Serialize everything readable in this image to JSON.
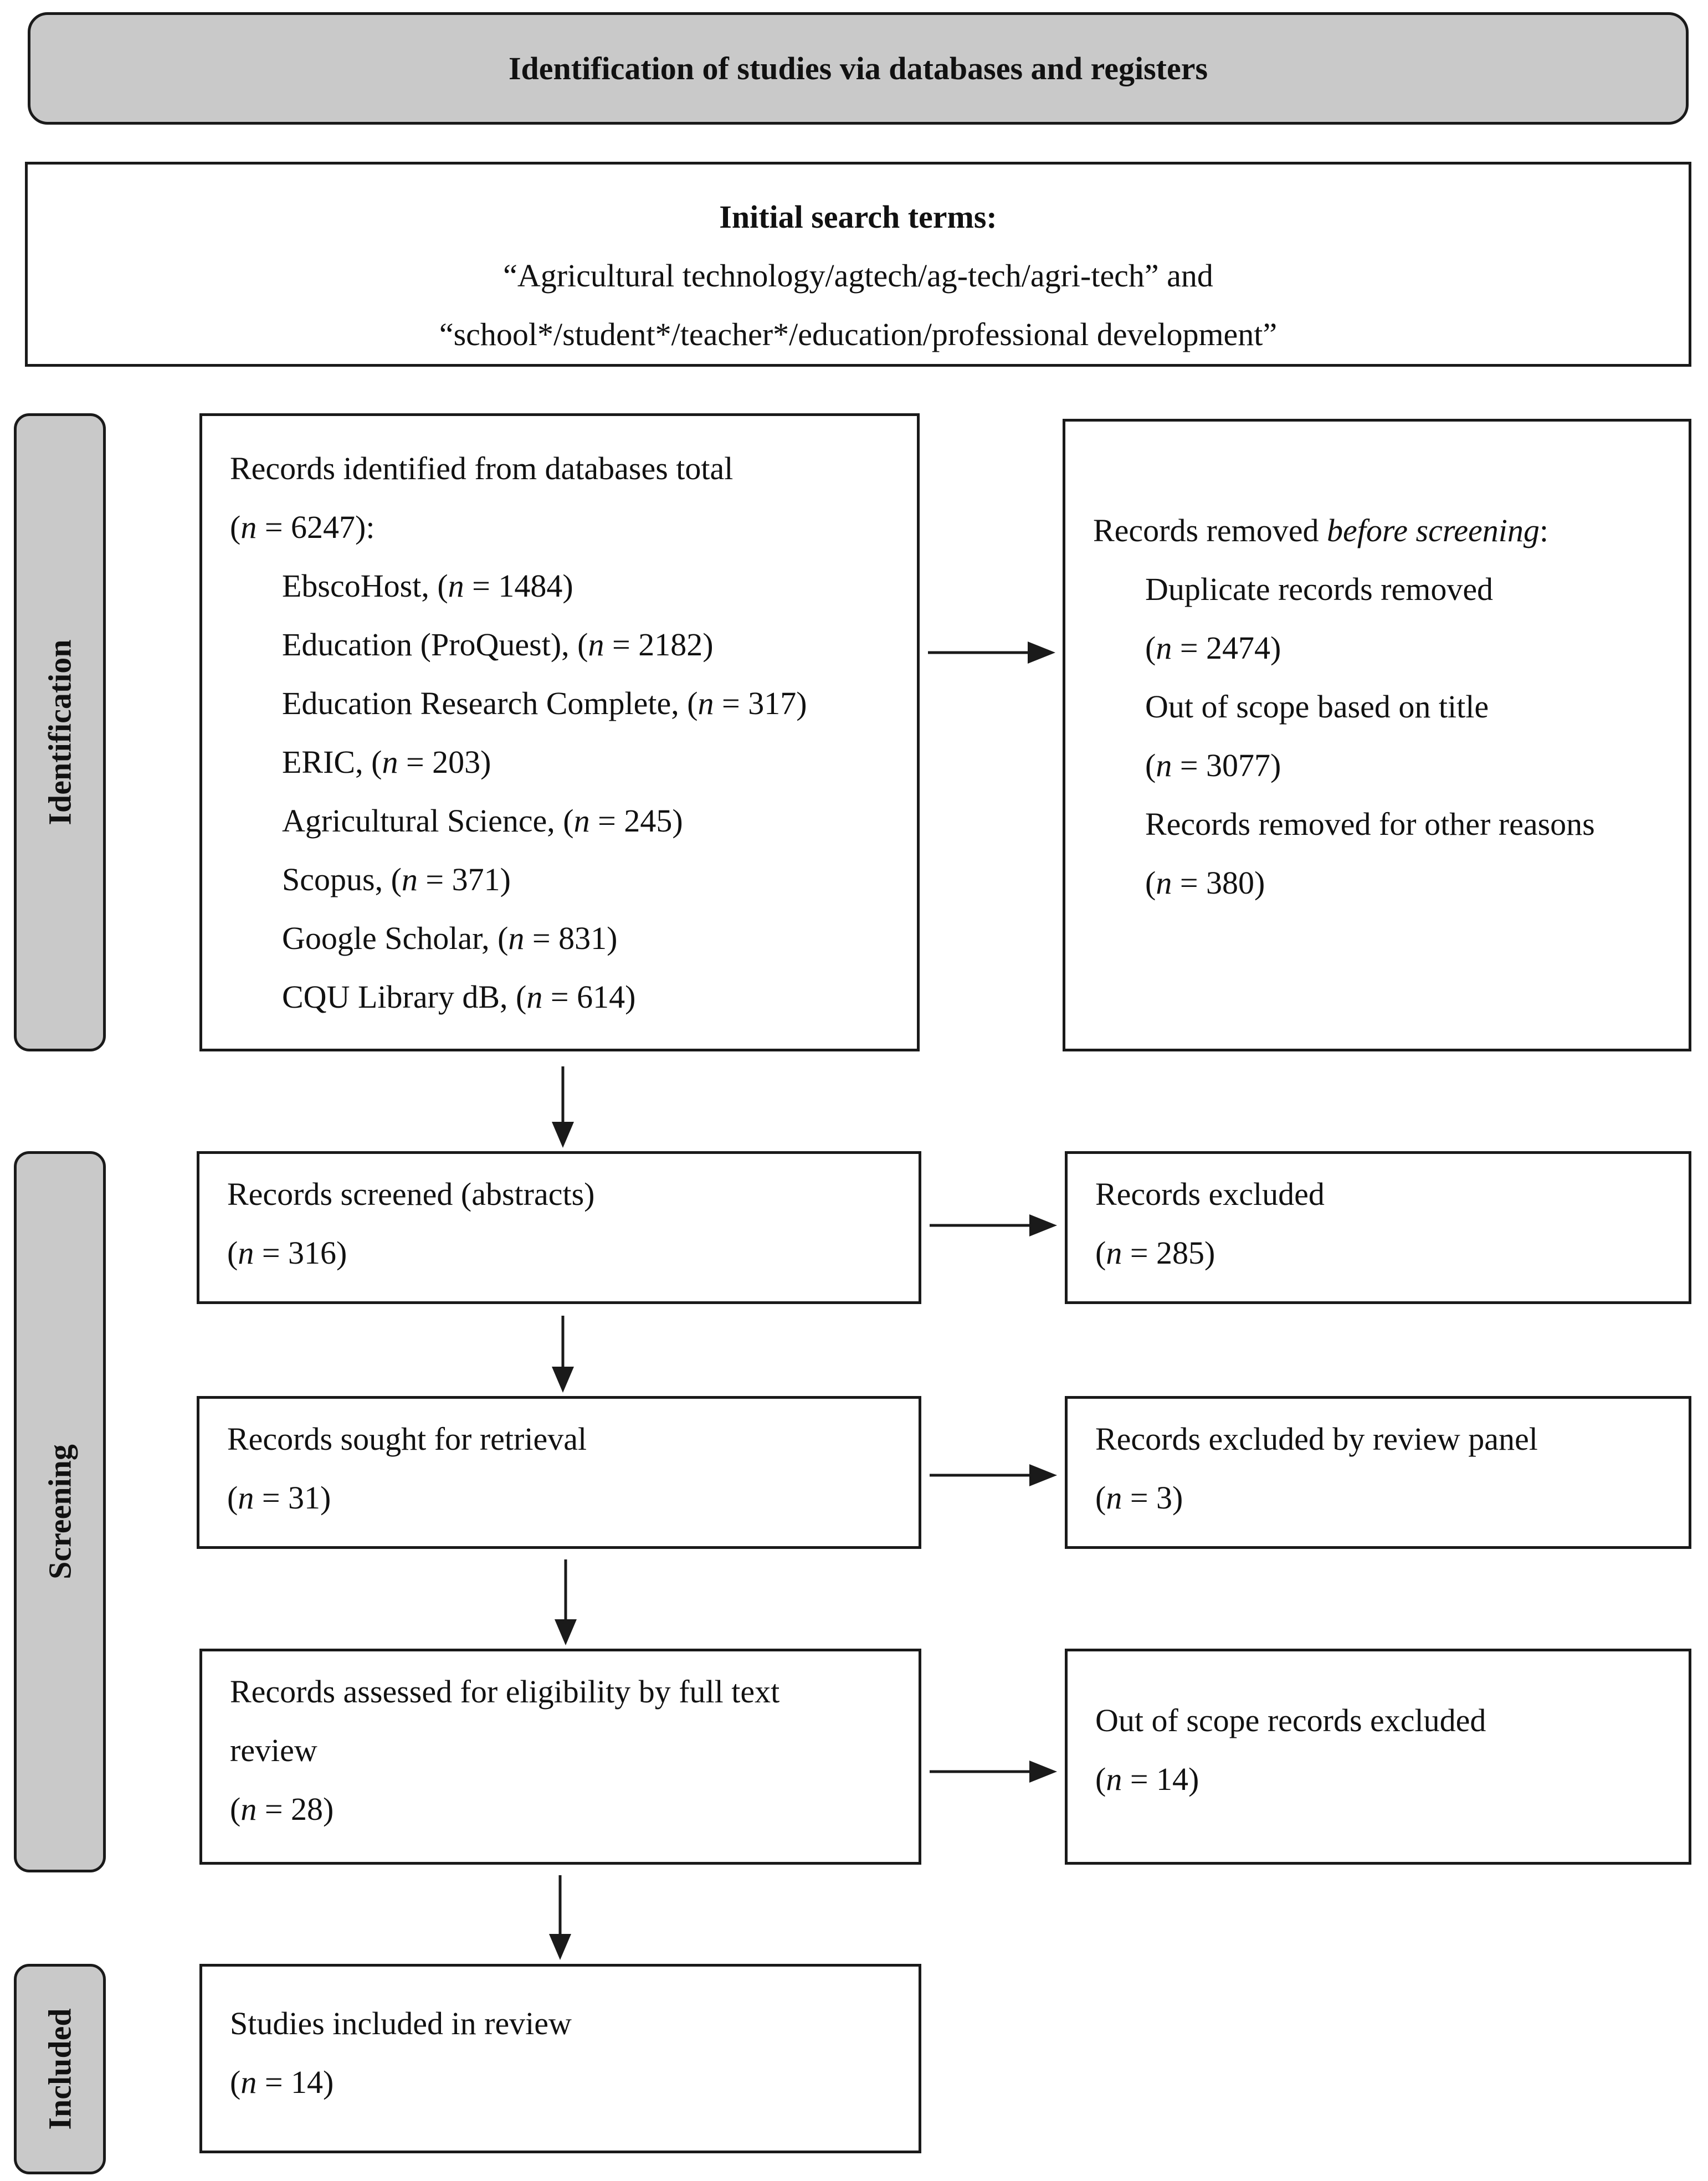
{
  "header": {
    "title": "Identification of studies via databases and registers"
  },
  "search": {
    "title": "Initial search terms:",
    "line1": "“Agricultural technology/agtech/ag-tech/agri-tech” and",
    "line2": "“school*/student*/teacher*/education/professional development”"
  },
  "phases": {
    "identification": "Identification",
    "screening": "Screening",
    "included": "Included"
  },
  "identified": {
    "title": "Records identified from databases total",
    "total": {
      "prefix": "(",
      "n": "n",
      "rest": " = 6247):"
    },
    "sources": [
      {
        "name": "EbscoHost, (",
        "n": "n",
        "rest": " = 1484)"
      },
      {
        "name": "Education (ProQuest), (",
        "n": "n",
        "rest": " = 2182)"
      },
      {
        "name": "Education Research Complete, (",
        "n": "n",
        "rest": " = 317)"
      },
      {
        "name": "ERIC, (",
        "n": "n",
        "rest": " = 203)"
      },
      {
        "name": "Agricultural Science, (",
        "n": "n",
        "rest": " = 245)"
      },
      {
        "name": "Scopus, (",
        "n": "n",
        "rest": " = 371)"
      },
      {
        "name": "Google Scholar, (",
        "n": "n",
        "rest": " = 831)"
      },
      {
        "name": "CQU Library dB, (",
        "n": "n",
        "rest": " = 614)"
      }
    ]
  },
  "removed": {
    "title_prefix": "Records removed ",
    "title_em": "before screening",
    "title_suffix": ":",
    "items": [
      {
        "label": "Duplicate records removed",
        "open": "(",
        "n": "n",
        "rest": " = 2474)"
      },
      {
        "label": "Out of scope based on title",
        "open": "(",
        "n": "n",
        "rest": " = 3077)"
      },
      {
        "label": "Records removed for other reasons",
        "open": "(",
        "n": "n",
        "rest": " = 380)"
      }
    ]
  },
  "screened": {
    "label": "Records screened (abstracts)",
    "open": "(",
    "n": "n",
    "rest": " = 316)"
  },
  "excluded": {
    "label": "Records excluded",
    "open": "(",
    "n": "n",
    "rest": " = 285)"
  },
  "retrieval": {
    "label": "Records sought for retrieval",
    "open": "(",
    "n": "n",
    "rest": " = 31)"
  },
  "panel": {
    "label": "Records excluded by review panel",
    "open": "(",
    "n": "n",
    "rest": " = 3)"
  },
  "eligibility": {
    "line1": "Records assessed for eligibility by full text",
    "line2": "review",
    "open": "(",
    "n": "n",
    "rest": " = 28)"
  },
  "scope": {
    "label": "Out of scope records excluded",
    "open": "(",
    "n": "n",
    "rest": " = 14)"
  },
  "included": {
    "label": "Studies included in review",
    "open": "(",
    "n": "n",
    "rest": " = 14)"
  }
}
